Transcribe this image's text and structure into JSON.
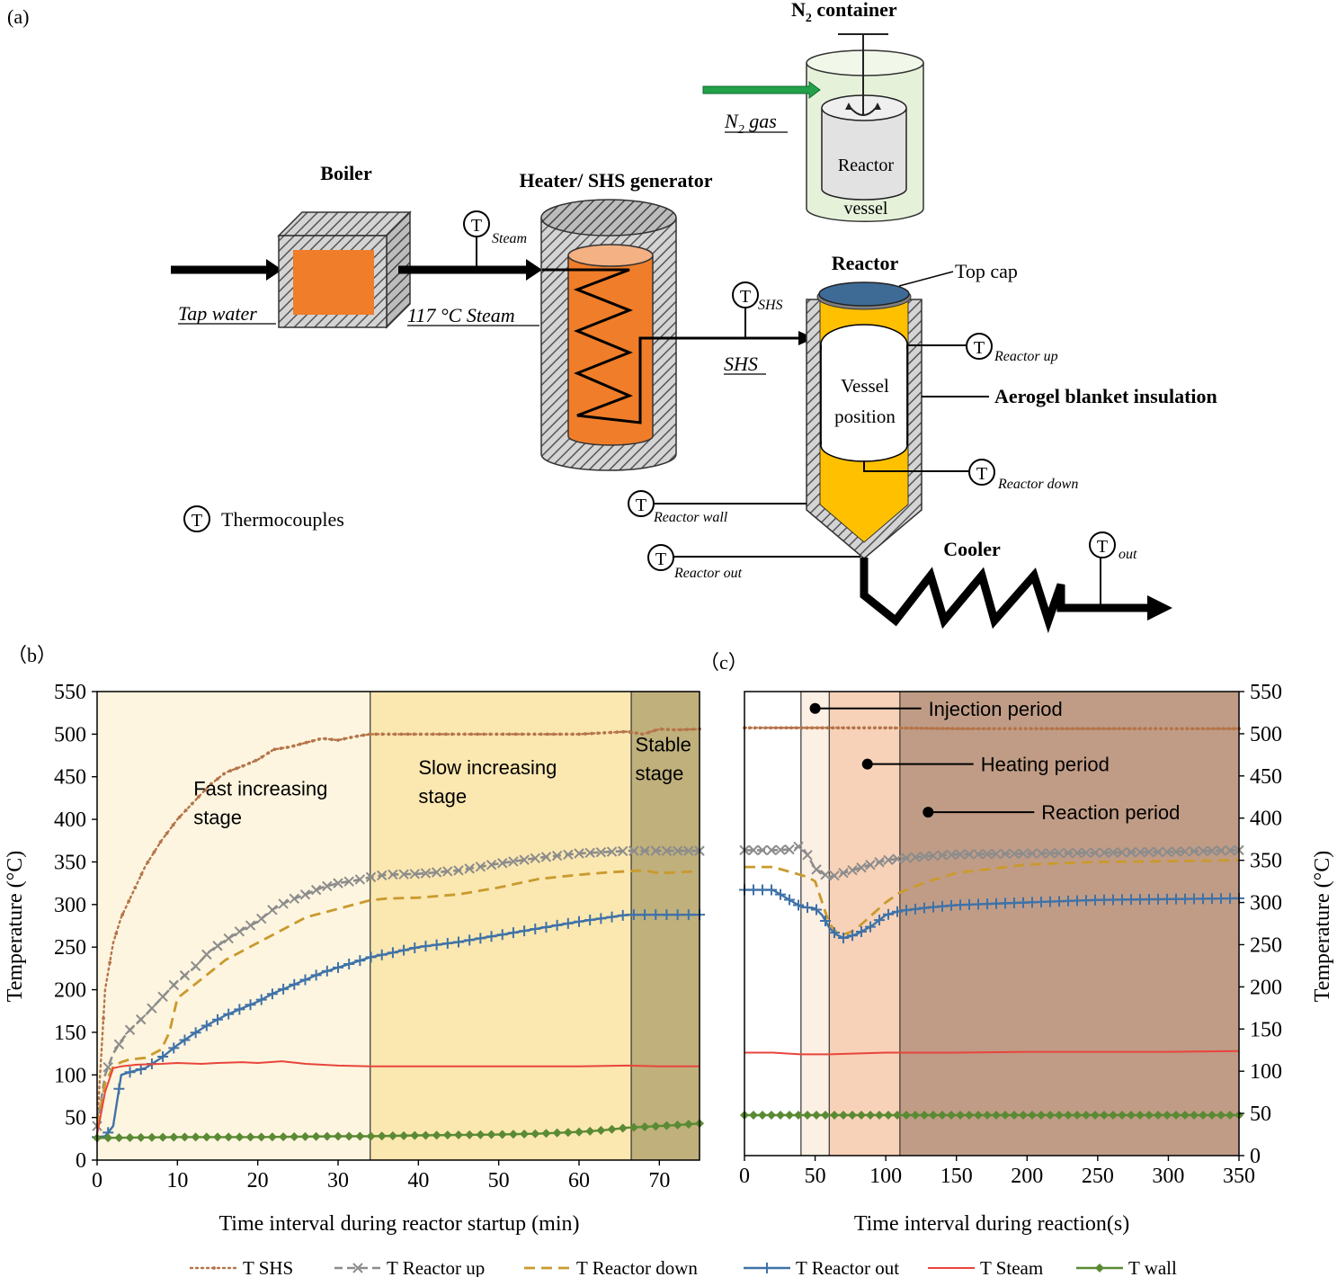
{
  "schematic": {
    "panel_label": "(a)",
    "n2_container": {
      "prefix": "N",
      "sub": "2",
      "suffix": " container"
    },
    "n2_gas": {
      "prefix": "N",
      "sub": "2",
      "suffix": " gas"
    },
    "reactor_vessel_line1": "Reactor",
    "reactor_vessel_line2": "vessel",
    "boiler": "Boiler",
    "heater": "Heater/ SHS generator",
    "reactor": "Reactor",
    "top_cap": "Top cap",
    "tap_water": "Tap water",
    "steam_117": "117 °C Steam",
    "shs": "SHS",
    "vessel_position_line1": "Vessel",
    "vessel_position_line2": "position",
    "aerogel": "Aerogel blanket insulation",
    "cooler": "Cooler",
    "tc_symbol": "T",
    "thermocouples": "Thermocouples",
    "tc_steam": "Steam",
    "tc_shs": "SHS",
    "tc_reactor_up": "Reactor up",
    "tc_reactor_down": "Reactor down",
    "tc_reactor_wall": "Reactor wall",
    "tc_reactor_out": "Reactor out",
    "tc_out": "out"
  },
  "colors": {
    "shs": "#b5744a",
    "reactor_up": "#8c8c8c",
    "reactor_down": "#c99a2e",
    "reactor_out": "#3f72a8",
    "steam": "#e8453c",
    "wall": "#5a8a34",
    "boiler_fill": "#f07d2b",
    "reactor_fill": "#ffc000",
    "top_cap": "#3e6b96",
    "n2_fill": "#e7f2dc",
    "n2_arrow": "#22a04a"
  },
  "chart_data": [
    {
      "type": "line",
      "panel_label": "（b）",
      "xlabel": "Time interval during reactor startup (min)",
      "ylabel": "Temperature (°C)",
      "xlim": [
        0,
        75
      ],
      "ylim": [
        0,
        550
      ],
      "xticks": [
        0,
        10,
        20,
        30,
        40,
        50,
        60,
        70
      ],
      "yticks": [
        0,
        50,
        100,
        150,
        200,
        250,
        300,
        350,
        400,
        450,
        500,
        550
      ],
      "regions": [
        {
          "x0": 0,
          "x1": 34,
          "color": "#fdf5df"
        },
        {
          "x0": 34,
          "x1": 66.5,
          "color": "#fbe7b0"
        },
        {
          "x0": 66.5,
          "x1": 75,
          "color": "#c0b07c"
        }
      ],
      "annotations": [
        {
          "lines": [
            "Fast increasing",
            "stage"
          ],
          "x": 12,
          "y": 428
        },
        {
          "lines": [
            "Slow increasing",
            "stage"
          ],
          "x": 40,
          "y": 453
        },
        {
          "lines": [
            "Stable",
            "stage"
          ],
          "x": 67,
          "y": 480
        }
      ],
      "series": [
        {
          "name": "T SHS",
          "key": "shs",
          "x": [
            0,
            1,
            2,
            3,
            4,
            5,
            6,
            8,
            10,
            12,
            14,
            16,
            18,
            20,
            22,
            24,
            26,
            28,
            30,
            32,
            34,
            40,
            50,
            60,
            66,
            68,
            70,
            72,
            75
          ],
          "y": [
            40,
            200,
            255,
            285,
            305,
            325,
            345,
            375,
            400,
            420,
            440,
            455,
            462,
            470,
            482,
            485,
            490,
            495,
            493,
            497,
            500,
            500,
            500,
            500,
            503,
            500,
            506,
            505,
            506
          ]
        },
        {
          "name": "T Reactor up",
          "key": "reactor_up",
          "x": [
            0,
            1,
            2,
            3,
            4,
            6,
            8,
            10,
            12,
            14,
            16,
            18,
            20,
            22,
            24,
            26,
            28,
            30,
            32,
            34,
            36,
            40,
            45,
            50,
            55,
            60,
            66,
            70,
            75
          ],
          "y": [
            40,
            100,
            125,
            140,
            152,
            170,
            190,
            210,
            225,
            245,
            258,
            270,
            280,
            295,
            305,
            312,
            320,
            325,
            328,
            332,
            335,
            336,
            340,
            348,
            355,
            360,
            363,
            363,
            363
          ]
        },
        {
          "name": "T Reactor down",
          "key": "reactor_down",
          "x": [
            0,
            1,
            2,
            3,
            4,
            6,
            8,
            9,
            10,
            12,
            14,
            16,
            18,
            20,
            22,
            24,
            26,
            28,
            30,
            32,
            34,
            36,
            40,
            45,
            50,
            55,
            60,
            64,
            66,
            68,
            70,
            75
          ],
          "y": [
            40,
            90,
            110,
            115,
            118,
            120,
            130,
            150,
            190,
            205,
            220,
            235,
            245,
            255,
            265,
            275,
            285,
            290,
            295,
            300,
            305,
            307,
            308,
            312,
            320,
            330,
            335,
            338,
            339,
            340,
            337,
            339
          ]
        },
        {
          "name": "T Reactor out",
          "key": "reactor_out",
          "x": [
            0,
            1,
            2,
            3,
            4,
            6,
            8,
            10,
            12,
            14,
            16,
            18,
            20,
            22,
            24,
            26,
            28,
            30,
            32,
            34,
            36,
            40,
            45,
            50,
            55,
            60,
            66,
            70,
            75
          ],
          "y": [
            27,
            28,
            40,
            100,
            103,
            108,
            120,
            135,
            148,
            160,
            170,
            178,
            186,
            196,
            204,
            212,
            220,
            226,
            232,
            238,
            242,
            250,
            256,
            264,
            272,
            280,
            288,
            288,
            288
          ]
        },
        {
          "name": "T Steam",
          "key": "steam",
          "x": [
            0,
            1,
            2,
            3,
            5,
            8,
            10,
            13,
            15,
            18,
            20,
            23,
            26,
            30,
            34,
            40,
            50,
            60,
            66,
            70,
            75
          ],
          "y": [
            30,
            80,
            108,
            110,
            112,
            113,
            114,
            113,
            114,
            115,
            114,
            116,
            113,
            111,
            110,
            110,
            110,
            110,
            111,
            110,
            110
          ]
        },
        {
          "name": "T wall",
          "key": "wall",
          "x": [
            0,
            10,
            20,
            30,
            34,
            40,
            50,
            55,
            60,
            63,
            66,
            68,
            70,
            72,
            75
          ],
          "y": [
            26,
            27,
            27,
            28,
            28,
            29,
            30,
            31,
            33,
            35,
            38,
            39,
            40,
            41,
            43
          ]
        }
      ]
    },
    {
      "type": "line",
      "panel_label": "（c）",
      "xlabel": "Time interval during reaction(s)",
      "ylabel": "Temperature (°C)",
      "xlim": [
        0,
        350
      ],
      "ylim": [
        0,
        550
      ],
      "xticks": [
        0,
        50,
        100,
        150,
        200,
        250,
        300,
        350
      ],
      "yticks": [
        0,
        50,
        100,
        150,
        200,
        250,
        300,
        350,
        400,
        450,
        500,
        550
      ],
      "regions": [
        {
          "x0": 40,
          "x1": 60,
          "color": "#fcefe3"
        },
        {
          "x0": 60,
          "x1": 110,
          "color": "#f7d2b8"
        },
        {
          "x0": 110,
          "x1": 350,
          "color": "#c09c86"
        }
      ],
      "legend_callouts": [
        {
          "label": "Injection period",
          "dot_x": 50,
          "dot_y": 530,
          "y": 530
        },
        {
          "label": "Heating period",
          "dot_x": 87,
          "dot_y": 464,
          "y": 464
        },
        {
          "label": "Reaction period",
          "dot_x": 130,
          "dot_y": 407,
          "y": 407
        }
      ],
      "series": [
        {
          "name": "T SHS",
          "key": "shs",
          "x": [
            0,
            50,
            100,
            150,
            200,
            250,
            300,
            350
          ],
          "y": [
            507,
            507,
            507,
            506,
            506,
            506,
            506,
            506
          ]
        },
        {
          "name": "T Reactor up",
          "key": "reactor_up",
          "x": [
            0,
            20,
            35,
            40,
            45,
            50,
            60,
            70,
            80,
            90,
            100,
            110,
            130,
            150,
            200,
            250,
            300,
            350
          ],
          "y": [
            362,
            362,
            363,
            368,
            355,
            340,
            330,
            335,
            340,
            345,
            350,
            352,
            355,
            357,
            358,
            359,
            360,
            362
          ]
        },
        {
          "name": "T Reactor down",
          "key": "reactor_down",
          "x": [
            0,
            20,
            35,
            45,
            50,
            55,
            60,
            65,
            70,
            75,
            80,
            90,
            100,
            110,
            130,
            150,
            200,
            250,
            300,
            350
          ],
          "y": [
            342,
            342,
            335,
            330,
            325,
            300,
            275,
            265,
            262,
            265,
            270,
            285,
            300,
            312,
            325,
            335,
            345,
            348,
            349,
            350
          ]
        },
        {
          "name": "T Reactor out",
          "key": "reactor_out",
          "x": [
            0,
            20,
            30,
            40,
            50,
            55,
            60,
            65,
            70,
            75,
            80,
            90,
            100,
            110,
            130,
            150,
            200,
            250,
            300,
            350
          ],
          "y": [
            315,
            315,
            305,
            295,
            293,
            285,
            270,
            262,
            258,
            260,
            263,
            272,
            285,
            290,
            294,
            297,
            300,
            303,
            304,
            305
          ]
        },
        {
          "name": "T Steam",
          "key": "steam",
          "x": [
            0,
            20,
            40,
            60,
            100,
            150,
            200,
            250,
            300,
            350
          ],
          "y": [
            122,
            122,
            120,
            120,
            122,
            122,
            123,
            123,
            123,
            124
          ]
        },
        {
          "name": "T wall",
          "key": "wall",
          "x": [
            0,
            100,
            200,
            300,
            350
          ],
          "y": [
            48,
            48,
            48,
            48,
            48
          ]
        }
      ]
    }
  ],
  "legend": [
    {
      "name": "T SHS",
      "key": "shs"
    },
    {
      "name": "T Reactor up",
      "key": "reactor_up"
    },
    {
      "name": "T Reactor down",
      "key": "reactor_down"
    },
    {
      "name": "T Reactor out",
      "key": "reactor_out"
    },
    {
      "name": "T Steam",
      "key": "steam"
    },
    {
      "name": "T wall",
      "key": "wall"
    }
  ]
}
